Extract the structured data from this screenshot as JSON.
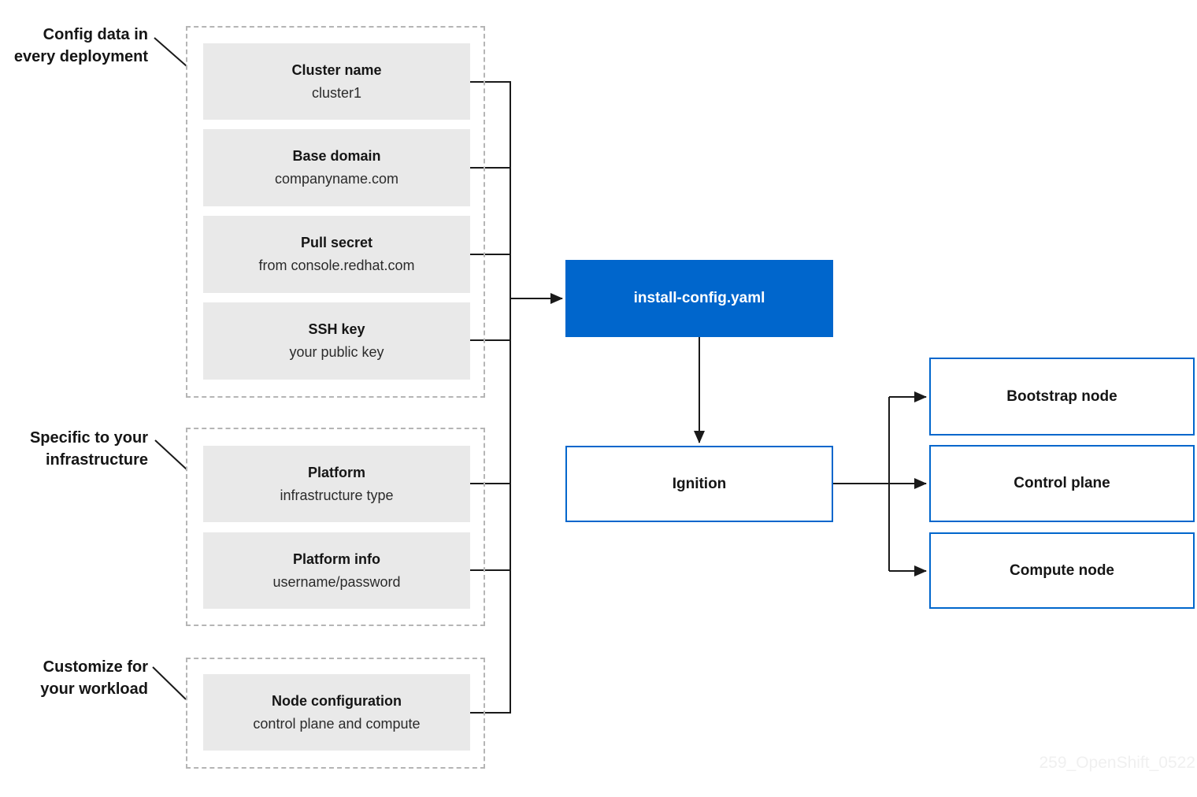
{
  "diagram": {
    "watermark": "259_OpenShift_0522",
    "colors": {
      "accent_blue": "#0066cc",
      "box_fill_gray": "#e9e9e9",
      "dashed_border_gray": "#b5b5b5",
      "line_black": "#1a1a1a",
      "watermark_gray": "#f0f0f0",
      "text_dark": "#151515"
    },
    "groups": [
      {
        "label_line1": "Config data in",
        "label_line2": "every deployment",
        "boxes": [
          {
            "title": "Cluster name",
            "subtitle": "cluster1"
          },
          {
            "title": "Base domain",
            "subtitle": "companyname.com"
          },
          {
            "title": "Pull secret",
            "subtitle": "from console.redhat.com"
          },
          {
            "title": "SSH key",
            "subtitle": "your public key"
          }
        ]
      },
      {
        "label_line1": "Specific to your",
        "label_line2": "infrastructure",
        "boxes": [
          {
            "title": "Platform",
            "subtitle": "infrastructure type"
          },
          {
            "title": "Platform info",
            "subtitle": "username/password"
          }
        ]
      },
      {
        "label_line1": "Customize for",
        "label_line2": "your workload",
        "boxes": [
          {
            "title": "Node configuration",
            "subtitle": "control plane and compute"
          }
        ]
      }
    ],
    "center": {
      "config_file": "install-config.yaml",
      "ignition": "Ignition"
    },
    "nodes": [
      {
        "label": "Bootstrap node"
      },
      {
        "label": "Control plane"
      },
      {
        "label": "Compute node"
      }
    ]
  }
}
